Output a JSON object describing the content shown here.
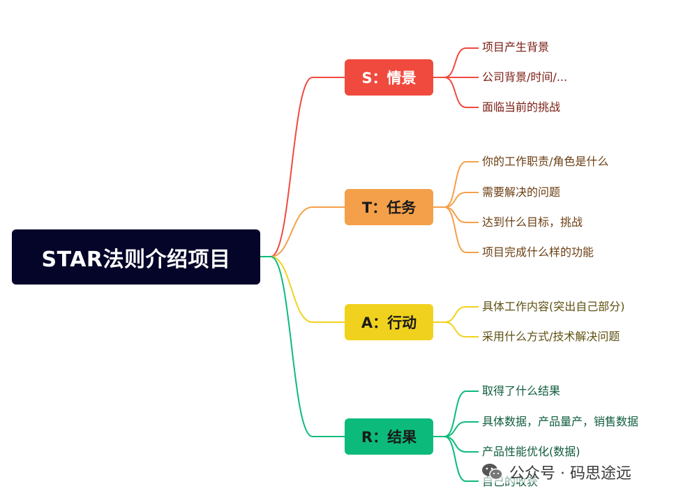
{
  "root": {
    "label": "STAR法则介绍项目"
  },
  "branches": [
    {
      "label": "S：情景",
      "color": "#f04a3e",
      "text_color": "#ffffff",
      "leaf_color": "#7a1c12",
      "children": [
        "项目产生背景",
        "公司背景/时间/...",
        "面临当前的挑战"
      ]
    },
    {
      "label": "T：任务",
      "color": "#f4a04a",
      "text_color": "#1a1a1a",
      "leaf_color": "#6b3e12",
      "children": [
        "你的工作职责/角色是什么",
        "需要解决的问题",
        "达到什么目标，挑战",
        "项目完成什么样的功能"
      ]
    },
    {
      "label": "A：行动",
      "color": "#f0d21e",
      "text_color": "#1a1a1a",
      "leaf_color": "#5e5010",
      "children": [
        "具体工作内容(突出自己部分)",
        "采用什么方式/技术解决问题"
      ]
    },
    {
      "label": "R：结果",
      "color": "#0cbb7b",
      "text_color": "#1a1a1a",
      "leaf_color": "#0f5c3c",
      "children": [
        "取得了什么结果",
        "具体数据，产品量产，销售数据",
        "产品性能优化(数据)",
        "自己的收获"
      ]
    }
  ],
  "watermark": {
    "text": "公众号 · 码思途远",
    "icon": "wechat-icon"
  }
}
